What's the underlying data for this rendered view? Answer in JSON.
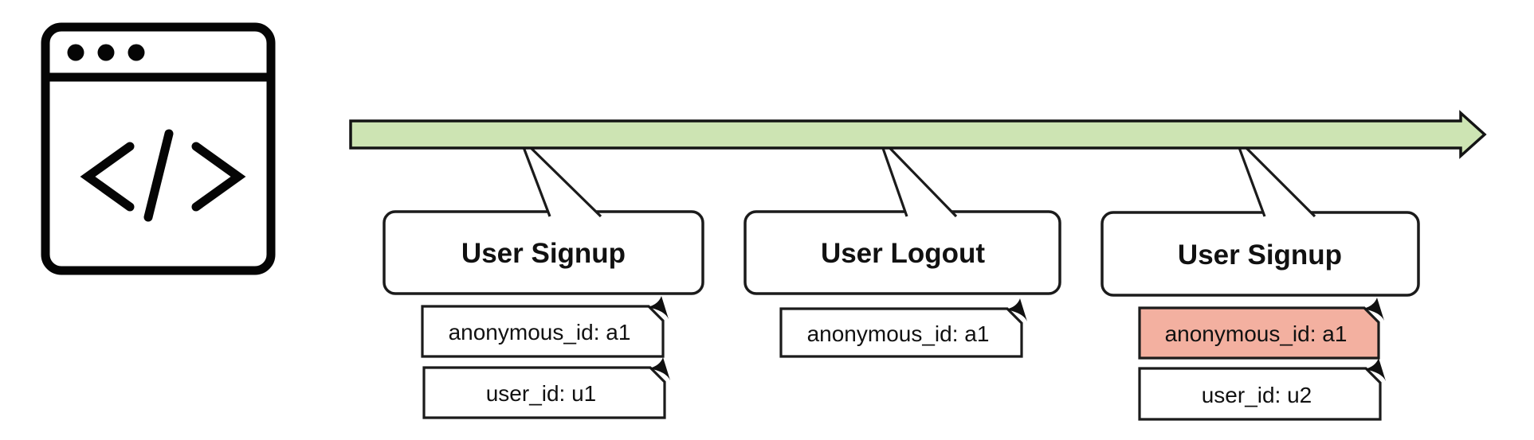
{
  "diagram": {
    "title_hint": "identity-resolution event timeline",
    "source": {
      "icon": "browser-code-icon"
    },
    "timeline": {
      "direction": "left-to-right",
      "fill_color": "#cde4b3",
      "border_color": "#141414"
    },
    "colors": {
      "highlight": "#f3b0a0",
      "box_border": "#1b1b1b",
      "box_fill": "#ffffff"
    },
    "events": [
      {
        "label": "User Signup",
        "notes": [
          {
            "text": "anonymous_id: a1",
            "highlight": false
          },
          {
            "text": "user_id: u1",
            "highlight": false
          }
        ]
      },
      {
        "label": "User Logout",
        "notes": [
          {
            "text": "anonymous_id: a1",
            "highlight": false
          }
        ]
      },
      {
        "label": "User Signup",
        "notes": [
          {
            "text": "anonymous_id: a1",
            "highlight": true
          },
          {
            "text": "user_id: u2",
            "highlight": false
          }
        ]
      }
    ]
  }
}
